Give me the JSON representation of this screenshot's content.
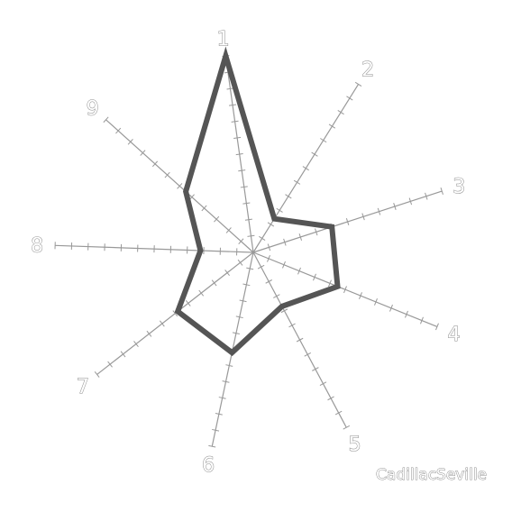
{
  "chart_data": {
    "type": "radar",
    "title": "CadillacSeville",
    "axes": [
      "1",
      "2",
      "3",
      "4",
      "5",
      "6",
      "7",
      "8",
      "9"
    ],
    "axis_max": 12,
    "grid": false,
    "series": [
      {
        "values": [
          12,
          2.4,
          5.0,
          5.5,
          3.7,
          6.2,
          5.8,
          3.2,
          5.5
        ]
      }
    ],
    "colors": {
      "series": "#555555",
      "axis": "#999999",
      "label": "#8a8a8a"
    }
  }
}
